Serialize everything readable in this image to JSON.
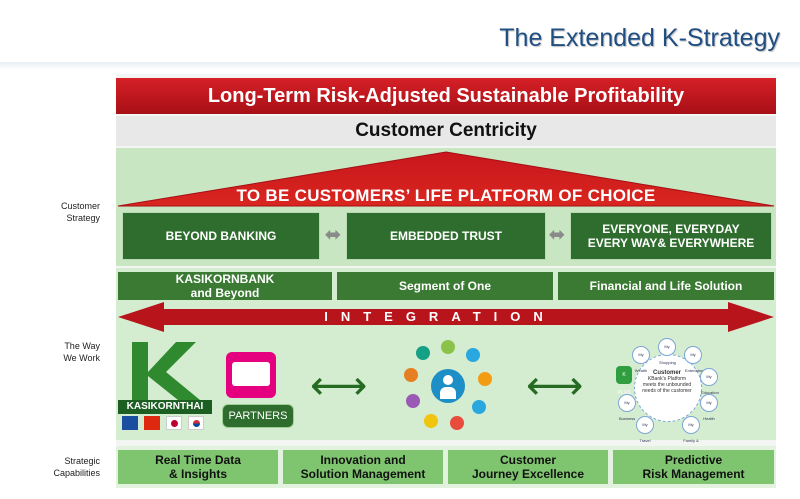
{
  "title": "The Extended K-Strategy",
  "top_banner": "Long-Term Risk-Adjusted Sustainable Profitability",
  "customer_centricity": "Customer Centricity",
  "left_labels": {
    "customer_strategy": "Customer\nStrategy",
    "way_we_work": "The Way\nWe Work",
    "strategic_capabilities": "Strategic\nCapabilities"
  },
  "roof_text": "TO BE CUSTOMERS’ LIFE PLATFORM OF CHOICE",
  "strategy_boxes": [
    "BEYOND BANKING",
    "EMBEDDED TRUST",
    "EVERYONE, EVERYDAY\nEVERY WAY& EVERYWHERE"
  ],
  "way_boxes": [
    "KASIKORNBANK\nand Beyond",
    "Segment of One",
    "Financial and Life Solution"
  ],
  "integration": "INTEGRATION",
  "kasikorn_label": "KASIKORNTHAI",
  "partners": "PARTNERS",
  "capabilities": [
    "Real Time Data\n& Insights",
    "Innovation and\nSolution Management",
    "Customer\nJourney Excellence",
    "Predictive\nRisk Management"
  ],
  "life_platform": {
    "center_title": "Customer",
    "center_text": "KBank's Platform meets the unbounded needs of the customer",
    "nodes": [
      "My Shopping",
      "My Entertainment",
      "My Education",
      "My Health",
      "My Family & Friends",
      "My Travel",
      "My Business",
      "My Wealth"
    ],
    "side_label": "K PLUS"
  },
  "colors": {
    "red": "#c8161d",
    "dark_green": "#2f6d2e",
    "light_green": "#7fc46f",
    "title_blue": "#1f4f82"
  }
}
